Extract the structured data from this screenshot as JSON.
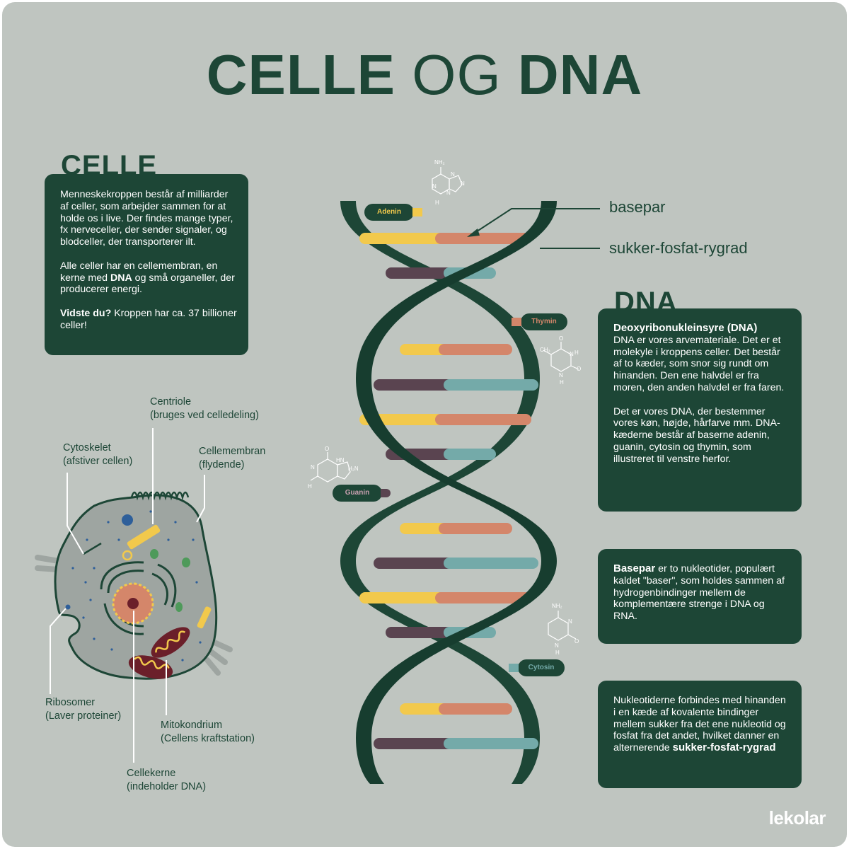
{
  "title": {
    "bold_1": "CELLE",
    "light": "OG",
    "bold_2": "DNA"
  },
  "cell_section": {
    "heading": "CELLE",
    "paragraph_1": "Menneskekroppen består af milliarder af celler, som arbejder sammen for at holde os i live. Der findes mange typer, fx nerveceller, der sender signaler, og blodceller, der transporterer ilt.",
    "paragraph_2_a": "Alle celler har en cellemembran, en kerne med ",
    "paragraph_2_strong": "DNA",
    "paragraph_2_b": " og små organeller, der producerer energi.",
    "fact_strong": "Vidste du?",
    "fact_text": " Kroppen har ca. 37 billioner celler!"
  },
  "cell_labels": {
    "centriole_1": "Centriole",
    "centriole_2": "(bruges ved celledeling)",
    "cytoskeleton_1": "Cytoskelet",
    "cytoskeleton_2": "(afstiver cellen)",
    "membrane_1": "Cellemembran",
    "membrane_2": "(flydende)",
    "ribosome_1": "Ribosomer",
    "ribosome_2": "(Laver proteiner)",
    "mitochondrion_1": "Mitokondrium",
    "mitochondrion_2": "(Cellens kraftstation)",
    "nucleus_1": "Cellekerne",
    "nucleus_2": "(indeholder DNA)"
  },
  "dna_labels": {
    "basepair": "basepar",
    "backbone": "sukker-fosfat-rygrad"
  },
  "bases": {
    "adenine": "Adenin",
    "thymine": "Thymin",
    "guanine": "Guanin",
    "cytosine": "Cytosin"
  },
  "molecule_text": {
    "nh2": "NH₂",
    "n": "N",
    "h": "H",
    "o": "O",
    "ch3": "CH₃",
    "hn": "HN",
    "h2n": "H₂N"
  },
  "dna_section": {
    "heading": "DNA",
    "box1_title": "Deoxyribonukleinsyre (DNA)",
    "box1_p1": "DNA er vores arvemateriale. Det er et molekyle i kroppens celler. Det består af to kæder, som snor sig rundt om hinanden. Den ene halvdel er fra moren, den anden halvdel er fra faren.",
    "box1_p2": "Det er vores DNA, der bestemmer vores køn, højde, hårfarve mm. DNA-kæderne består af baserne adenin, guanin, cytosin og thymin, som illustreret til venstre herfor.",
    "box2_strong": "Basepar",
    "box2_text": " er to nukleotider, populært kaldet \"baser\", som holdes sammen af hydrogenbindinger mellem de komplementære strenge i DNA og RNA.",
    "box3_text": "Nukleotiderne forbindes med hinanden i en kæde af kovalente bindinger mellem sukker fra det ene nukleotid og fosfat fra det andet, hvilket danner en alternerende ",
    "box3_strong": "sukker-fosfat-rygrad"
  },
  "logo": "lekolar",
  "colors": {
    "background": "#bfc5c0",
    "dark_green": "#1d4636",
    "adenine": "#f2c94c",
    "thymine": "#d4866a",
    "guanine": "#5a4450",
    "cytosine": "#74aaa9"
  }
}
